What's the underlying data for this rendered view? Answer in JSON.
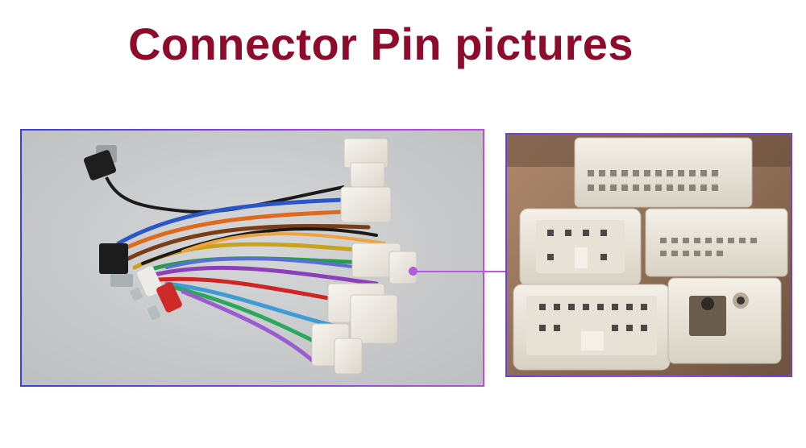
{
  "header": {
    "title": "Connector Pin pictures"
  },
  "colors": {
    "title": "#8e0b2c",
    "frame_left": "#3b3fe0",
    "frame_right": "#a24be8",
    "pointer": "#b35be0"
  },
  "images": {
    "left": {
      "subject": "wiring harness with white plug connectors, RCA jacks and antenna adapter"
    },
    "right": {
      "subject": "close-up of white multi-pin connector faces"
    }
  }
}
